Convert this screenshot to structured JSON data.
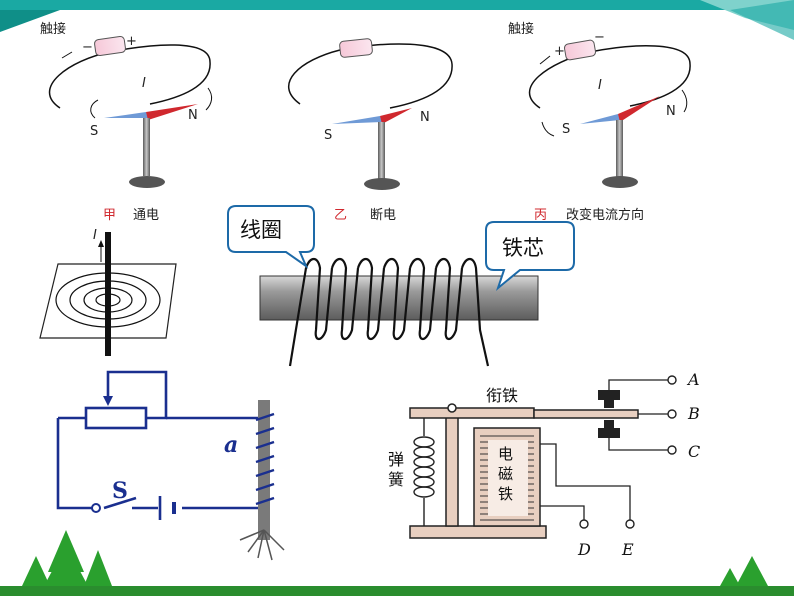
{
  "experiment": {
    "touch_label": "触接",
    "minus": "−",
    "plus": "+",
    "current": "I",
    "south": "S",
    "north": "N",
    "captions": [
      {
        "letter": "甲",
        "text": "通电"
      },
      {
        "letter": "乙",
        "text": "断电"
      },
      {
        "letter": "丙",
        "text": "改变电流方向"
      }
    ]
  },
  "field_diagram": {
    "current": "I"
  },
  "coil": {
    "coil_label": "线圈",
    "core_label": "铁芯"
  },
  "circuit": {
    "switch_label": "S",
    "core_label": "a"
  },
  "relay": {
    "armature": "衔铁",
    "spring": "弹簧",
    "electromagnet": "电磁铁",
    "terminals": [
      "A",
      "B",
      "C",
      "D",
      "E"
    ]
  },
  "colors": {
    "banner": "#1aa9a3",
    "frame": "#1d6aa8",
    "wire": "#1a2f8f",
    "needle_north": "#d0282e",
    "needle_south": "#6f9ad6",
    "callout_border": "#1d6aa8"
  }
}
